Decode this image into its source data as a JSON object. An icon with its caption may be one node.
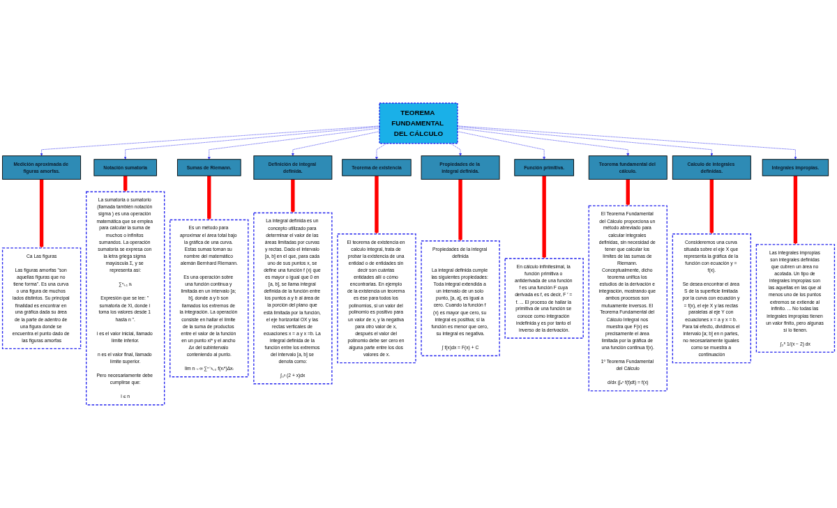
{
  "diagram": {
    "nodes": [
      {
        "text": [
          "TEOREMA FUNDAMENTAL DEL CÁLCULO"
        ]
      },
      {
        "text": [
          "Medición aproximada de figuras amorfas."
        ]
      },
      {
        "text": [
          "Notación sumatoria"
        ]
      },
      {
        "text": [
          "Sumas de Riemann."
        ]
      },
      {
        "text": [
          "Definición de integral definida."
        ]
      },
      {
        "text": [
          "Teorema de existencia"
        ]
      },
      {
        "text": [
          "Propiedades de la integral definida."
        ]
      },
      {
        "text": [
          "Función primitiva."
        ]
      },
      {
        "text": [
          "Teorema fundamental del cálculo."
        ]
      },
      {
        "text": [
          "Calculo de integrales definidas."
        ]
      },
      {
        "text": [
          "Integrales impropias."
        ]
      },
      {
        "text": [
          "Ca Las figuras",
          "Las figuras amorfas \"son aquellas figuras que no tiene forma\". Es una curva o una figura de muchos lados distintos. Su principal finalidad es encontrar en una gráfica dada su área de la parte de adentro de una figura donde se encuentra el punto dado de las figuras amorfas"
        ]
      },
      {
        "text": [
          "La sumatoria o sumatorio (llamada también notación sigma ) es una operación matemática que se emplea para calcular la suma de muchos o infinitos sumandos. La operación sumatoria se expresa con la letra griega sigma mayúscula Σ, y se representa así:",
          "∑ⁿᵢ₌₁ xᵢ",
          "Expresión que se lee: \" sumatoria de Xi, donde i toma los valores desde 1 hasta n \".",
          "i es el valor inicial, llamado límite inferior.",
          "n es el valor final, llamado límite superior.",
          "Pero necesariamente debe cumplirse que:",
          "i ≤ n"
        ]
      },
      {
        "text": [
          "Es un método para aproximar el área total bajo la gráfica de una curva. Estas sumas toman su nombre del matemático alemán Bernhard Riemann.",
          "Es una operación sobre una función continua y limitada en un intervalo [a; b], donde a y b son llamados los extremos de la integración. La operación consiste en hallar el límite de la suma de productos entre el valor de la función en un punto xi* y el ancho Δx del subintervalo conteniendo al punto.",
          "lim n→∞ ∑ⁿ⁻¹ᵢ₌₀ f(xᵢ*)Δxᵢ"
        ]
      },
      {
        "text": [
          "La integral definida es un concepto utilizado para determinar el valor de las áreas limitadas por curvas y rectas. Dado el intervalo [a, b] en el que, para cada uno de sus puntos x, se define una función f (x) que es mayor o igual que 0 en [a, b], se llama integral definida de la función entre los puntos a y b al área de la porción del plano que está limitada por la función, el eje horizontal OX y las rectas verticales de ecuaciones x = a y x =b. La integral definida de la función entre los extremos del intervalo [a, b] se denota como:",
          "∫₀² (2 + x)dx"
        ]
      },
      {
        "text": [
          "El teorema de existencia en calculo integral, trata de probar la existencia de una entidad o de entidades sin decir son cuántas entidades allí o cómo encontrarlas. En ejemplo de la existencia un teorema es ése para todos los polinomios, si un valor del polinomio es positivo para un valor de x, y la negativa para otro valor de x, después el valor del polinomio debe ser cero en alguna parte entre los dos valores de x."
        ]
      },
      {
        "text": [
          "Propiedades de la integral definida",
          "La integral definida cumple las siguientes propiedades: Toda integral extendida a un intervalo de un solo punto, [a, a], es igual a cero. Cuando la función f (x) es mayor que cero, su integral es positiva; si la función es menor que cero, su integral es negativa.",
          "∫ f(x)dx = F(x) + C"
        ]
      },
      {
        "text": [
          "En cálculo infinitesimal, la función primitiva o antiderivada de una función f es una función F cuya derivada es f, es decir, F ′ = f. ... El proceso de hallar la primitiva de una función se conoce como integración indefinida y es por tanto el inverso de la derivación."
        ]
      },
      {
        "text": [
          "El Teorema Fundamental del Cálculo proporciona un método abreviado para calcular integrales definidas, sin necesidad de tener que calcular los límites de las sumas de Riemann. Conceptualmente, dicho teorema unifica los estudios de la derivación e integración, mostrando que ambos procesos son mutuamente inversos. El Teorema Fundamental del Cálculo Integral nos muestra que F(x) es precisamente el área limitada por la gráfica de una función continua f(x).",
          "1º Teorema Fundamental del Cálculo",
          "d/dx (∫ₐˣ f(t)dt) = f(x)"
        ]
      },
      {
        "text": [
          "Consideremos una curva situada sobre el eje X que representa la gráfica de la función con ecuación y = f(x).",
          "Se desea encontrar el área S de la superficie limitada por la curva con ecuación y = f(x), el eje X y las rectas paralelas al eje Y con ecuaciones x = a y x = b. Para tal efecto, dividimos el intervalo [a; b] en n partes, no necesariamente iguales como se muestra a continuación"
        ]
      },
      {
        "text": [
          "Las integrales impropias son integrales definidas que cubren un área no acotada. Un tipo de integrales impropias son las aquellas en las que al menos uno de los puntos extremos se extiende al infinito. ... No todas las integrales impropias tienen un valor finito, pero algunas sí lo tienen.",
          "∫₂⁵ 1/(x − 2) dx"
        ]
      }
    ],
    "edges": [
      {
        "from": 0,
        "to": 1,
        "arrow": "to",
        "style": "dashed",
        "color": "#3333ee"
      },
      {
        "from": 0,
        "to": 2,
        "arrow": "to",
        "style": "dashed",
        "color": "#3333ee"
      },
      {
        "from": 0,
        "to": 3,
        "arrow": "to",
        "style": "dashed",
        "color": "#3333ee"
      },
      {
        "from": 0,
        "to": 4,
        "arrow": "to",
        "style": "dashed",
        "color": "#3333ee"
      },
      {
        "from": 0,
        "to": 5,
        "arrow": "to",
        "style": "dashed",
        "color": "#3333ee"
      },
      {
        "from": 0,
        "to": 6,
        "arrow": "to",
        "style": "dashed",
        "color": "#3333ee"
      },
      {
        "from": 0,
        "to": 7,
        "arrow": "to",
        "style": "dashed",
        "color": "#3333ee"
      },
      {
        "from": 0,
        "to": 8,
        "arrow": "to",
        "style": "dashed",
        "color": "#3333ee"
      },
      {
        "from": 0,
        "to": 9,
        "arrow": "to",
        "style": "dashed",
        "color": "#3333ee"
      },
      {
        "from": 0,
        "to": 10,
        "arrow": "to",
        "style": "dashed",
        "color": "#3333ee"
      },
      {
        "from": 1,
        "to": 11,
        "arrow": "to",
        "style": "thick",
        "color": "#ff0000"
      },
      {
        "from": 2,
        "to": 12,
        "arrow": "to",
        "style": "thick",
        "color": "#ff0000"
      },
      {
        "from": 3,
        "to": 13,
        "arrow": "to",
        "style": "thick",
        "color": "#ff0000"
      },
      {
        "from": 4,
        "to": 14,
        "arrow": "to",
        "style": "thick",
        "color": "#ff0000"
      },
      {
        "from": 5,
        "to": 15,
        "arrow": "to",
        "style": "thick",
        "color": "#ff0000"
      },
      {
        "from": 6,
        "to": 16,
        "arrow": "to",
        "style": "thick",
        "color": "#ff0000"
      },
      {
        "from": 7,
        "to": 17,
        "arrow": "to",
        "style": "thick",
        "color": "#ff0000"
      },
      {
        "from": 8,
        "to": 18,
        "arrow": "to",
        "style": "thick",
        "color": "#ff0000"
      },
      {
        "from": 9,
        "to": 19,
        "arrow": "to",
        "style": "thick",
        "color": "#ff0000"
      },
      {
        "from": 10,
        "to": 20,
        "arrow": "to",
        "style": "thick",
        "color": "#ff0000"
      }
    ]
  }
}
